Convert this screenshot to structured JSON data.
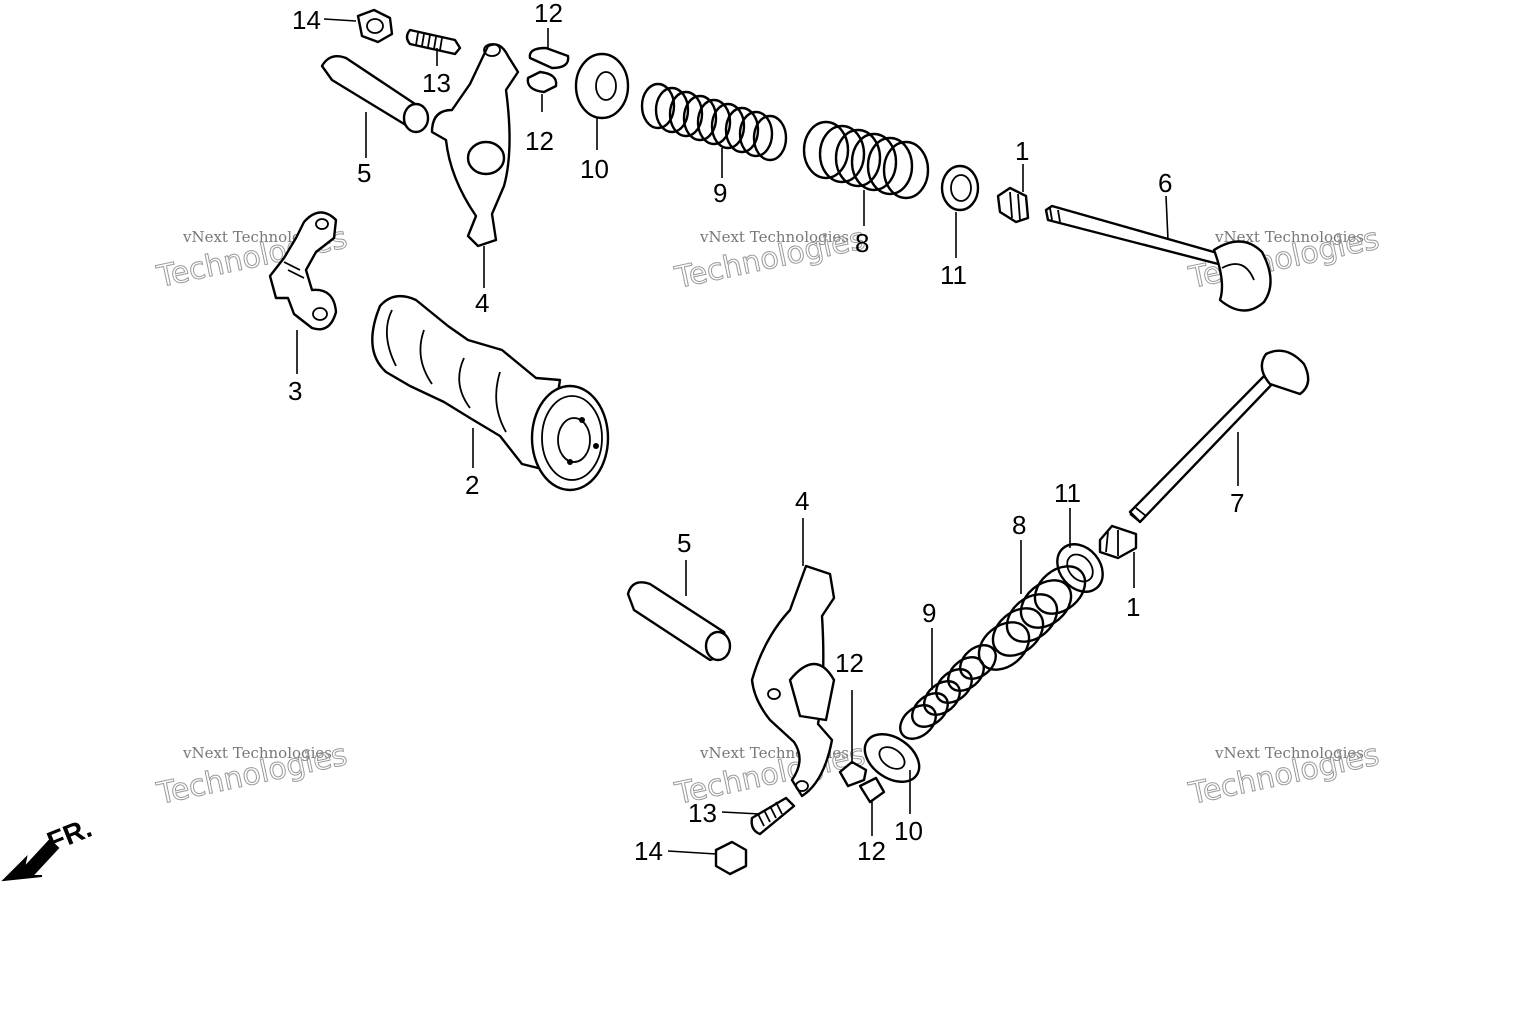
{
  "diagram": {
    "front_indicator": "FR.",
    "watermark": {
      "line1": "vNext Technologies",
      "line2": "Technologies",
      "overlay": "vNext"
    },
    "upper_labels": [
      "14",
      "13",
      "12",
      "12",
      "10",
      "9",
      "8",
      "11",
      "1",
      "6",
      "5",
      "4",
      "3",
      "2"
    ],
    "lower_labels": [
      "7",
      "11",
      "8",
      "1",
      "4",
      "5",
      "9",
      "12",
      "12",
      "10",
      "13",
      "14"
    ],
    "parts": [
      {
        "ref": "1",
        "kind": "valve-cotter"
      },
      {
        "ref": "2",
        "kind": "camshaft"
      },
      {
        "ref": "3",
        "kind": "cam-holder-bracket"
      },
      {
        "ref": "4",
        "kind": "rocker-arm"
      },
      {
        "ref": "5",
        "kind": "rocker-arm-shaft"
      },
      {
        "ref": "6",
        "kind": "valve"
      },
      {
        "ref": "7",
        "kind": "valve"
      },
      {
        "ref": "8",
        "kind": "outer-valve-spring"
      },
      {
        "ref": "9",
        "kind": "inner-valve-spring"
      },
      {
        "ref": "10",
        "kind": "spring-retainer"
      },
      {
        "ref": "11",
        "kind": "spring-seat"
      },
      {
        "ref": "12",
        "kind": "cotter-half"
      },
      {
        "ref": "13",
        "kind": "adjusting-screw"
      },
      {
        "ref": "14",
        "kind": "lock-nut"
      }
    ]
  }
}
